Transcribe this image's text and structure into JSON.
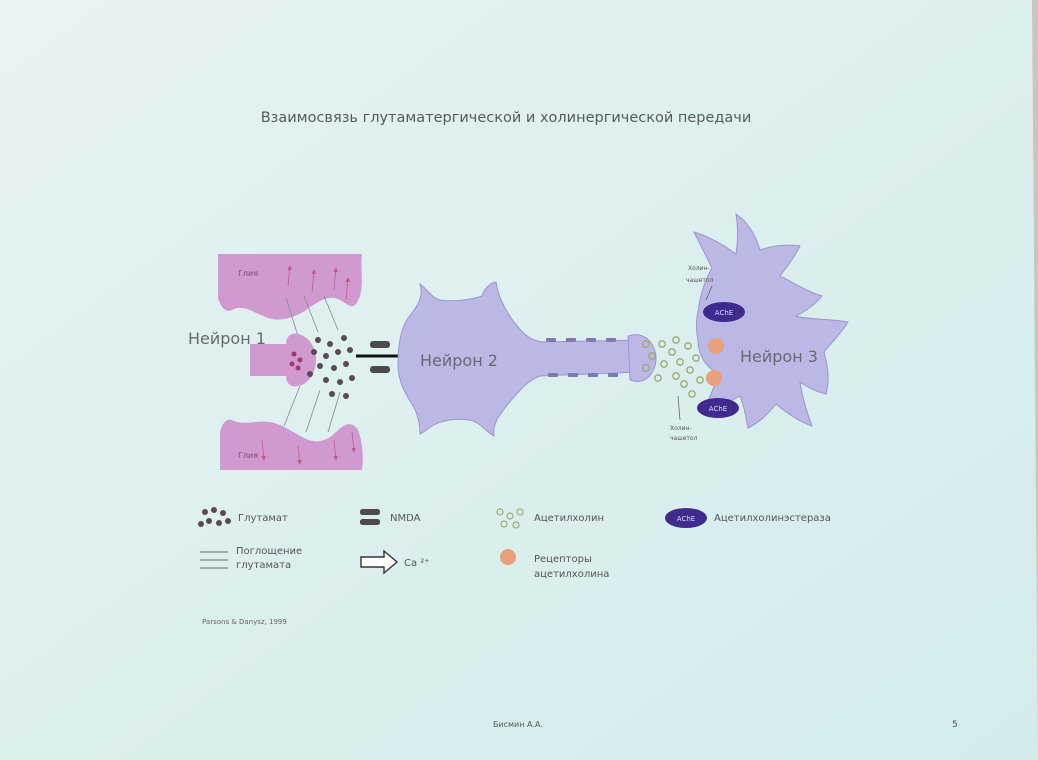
{
  "slide": {
    "title": "Взаимосвязь глутаматергической и холинергической передачи",
    "citation": "Parsons & Danysz, 1999",
    "author": "Бисмин А.А.",
    "page_number": "5"
  },
  "diagram": {
    "neuron1_label": "Нейрон 1",
    "neuron2_label": "Нейрон 2",
    "neuron3_label": "Нейрон 3",
    "glia_top_label": "Глия",
    "glia_bottom_label": "Глия",
    "ache_label": "AChE",
    "choline_uptake_top": [
      "Холин-",
      "чашетол"
    ],
    "choline_uptake_bottom": [
      "Холин-",
      "чашетол"
    ]
  },
  "legend": {
    "glutamate": "Глутамат",
    "nmda": "NMDA",
    "acetylcholine": "Ацетилхолин",
    "ache_badge": "AChE",
    "acetylcholinesterase": "Ацетилхолинэстераза",
    "glutamate_uptake": [
      "Поглощение",
      "глутамата"
    ],
    "calcium": "Ca ²⁺",
    "ach_receptors": [
      "Рецепторы",
      "ацетилхолина"
    ]
  },
  "colors": {
    "screen": "#dff0f0",
    "glia": "#d09ad0",
    "neuron": "#bcb8e6",
    "ache": "#3f2a8e",
    "receptor": "#e8a17a",
    "glutamate": "#5a4a52"
  }
}
